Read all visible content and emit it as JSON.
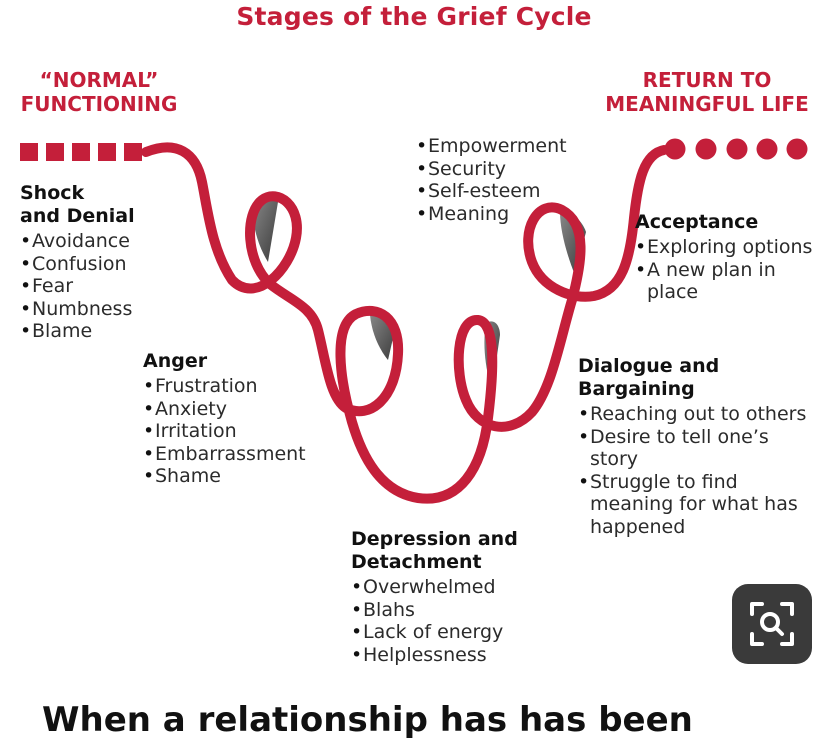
{
  "title": "Stages of the Grief Cycle",
  "start_label": [
    "“NORMAL”",
    "FUNCTIONING"
  ],
  "end_label": [
    "RETURN TO",
    "MEANINGFUL LIFE"
  ],
  "stages": {
    "shock": {
      "heading": [
        "Shock",
        "and Denial"
      ],
      "items": [
        "Avoidance",
        "Confusion",
        "Fear",
        "Numbness",
        "Blame"
      ]
    },
    "anger": {
      "heading": [
        "Anger"
      ],
      "items": [
        "Frustration",
        "Anxiety",
        "Irritation",
        "Embarrassment",
        "Shame"
      ]
    },
    "depression": {
      "heading": [
        "Depression and",
        "Detachment"
      ],
      "items": [
        "Overwhelmed",
        "Blahs",
        "Lack of energy",
        "Helplessness"
      ]
    },
    "dialogue": {
      "heading": [
        "Dialogue and",
        "Bargaining"
      ],
      "items": [
        "Reaching out to others",
        "Desire to tell one’s story",
        "Struggle to find",
        "meaning for what has",
        "happened"
      ]
    },
    "acceptance": {
      "heading": [
        "Acceptance"
      ],
      "items": [
        "Exploring options",
        "A new plan in",
        "place"
      ]
    },
    "positive": {
      "items": [
        "Empowerment",
        "Security",
        "Self-esteem",
        "Meaning"
      ]
    }
  },
  "bottom_text": "When a relationship has has been",
  "colors": {
    "ribbon": "#c41f3a",
    "ribbon_shade": "#5a5a5a",
    "title": "#c41f3a",
    "zoom_bg": "#3a3a3a"
  },
  "icons": {
    "zoom": "search-zoom-icon"
  }
}
